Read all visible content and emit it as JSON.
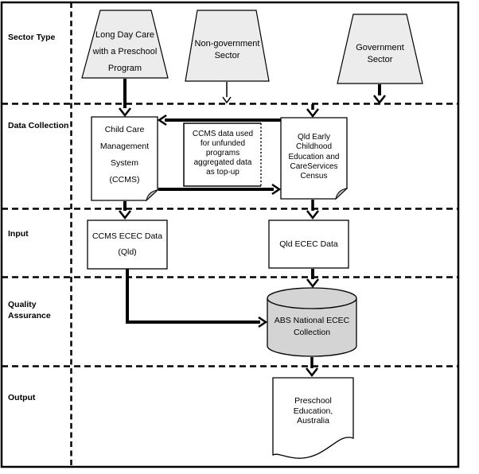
{
  "rows": {
    "sector_type": "Sector Type",
    "data_collection": "Data Collection",
    "input": "Input",
    "quality_assurance": "Quality\nAssurance",
    "output": "Output"
  },
  "nodes": {
    "long_day_care": "Long Day Care\nwith a Preschool\nProgram",
    "non_government": "Non-government\nSector",
    "government": "Government\nSector",
    "ccms": "Child Care\nManagement\nSystem\n(CCMS)",
    "ccms_note": "CCMS data used\nfor unfunded\nprograms\naggregated data\nas top-up",
    "qld_census": "Qld Early\nChildhood\nEducation and\nCareServices\nCensus",
    "ccms_ecec_data": "CCMS ECEC Data\n(Qld)",
    "qld_ecec_data": "Qld ECEC Data",
    "abs_collection": "ABS National ECEC\nCollection",
    "output_publication": "Preschool\nEducation,\nAustralia"
  },
  "colors": {
    "background": "#ffffff",
    "line": "#000000",
    "trapezoid_fill": "#ececec",
    "cylinder_fill": "#d4d4d4",
    "fold_fill": "#bdbdbd"
  }
}
